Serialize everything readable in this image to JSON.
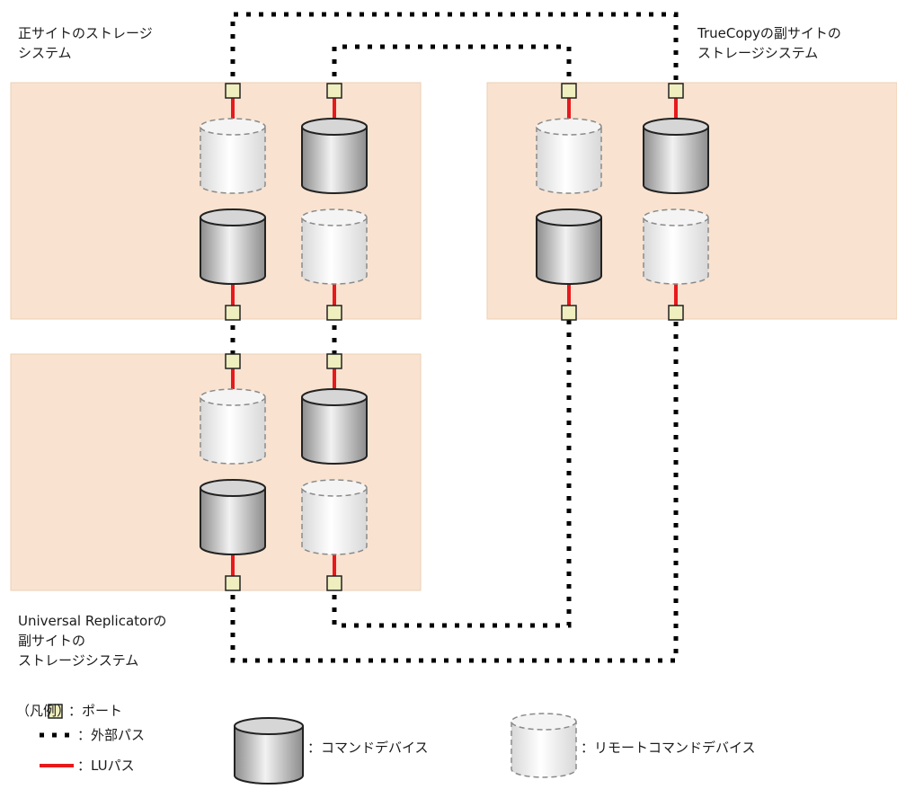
{
  "labels": {
    "primary_site": [
      "正サイトのストレージ",
      "システム"
    ],
    "truecopy_site": [
      "TrueCopyの副サイトの",
      "ストレージシステム"
    ],
    "ur_site": [
      "Universal Replicatorの",
      "副サイトの",
      "ストレージシステム"
    ]
  },
  "legend": {
    "title": "（凡例）",
    "port": "：ポート",
    "external_path": "：外部パス",
    "lu_path": "：LUパス",
    "command_device": "：コマンドデバイス",
    "remote_command_device": "：リモートコマンドデバイス"
  },
  "colors": {
    "storage_box": "#f9e3d0",
    "port_fill": "#eeeebf",
    "lu_path": "#e8191c",
    "external_path": "#000000"
  }
}
